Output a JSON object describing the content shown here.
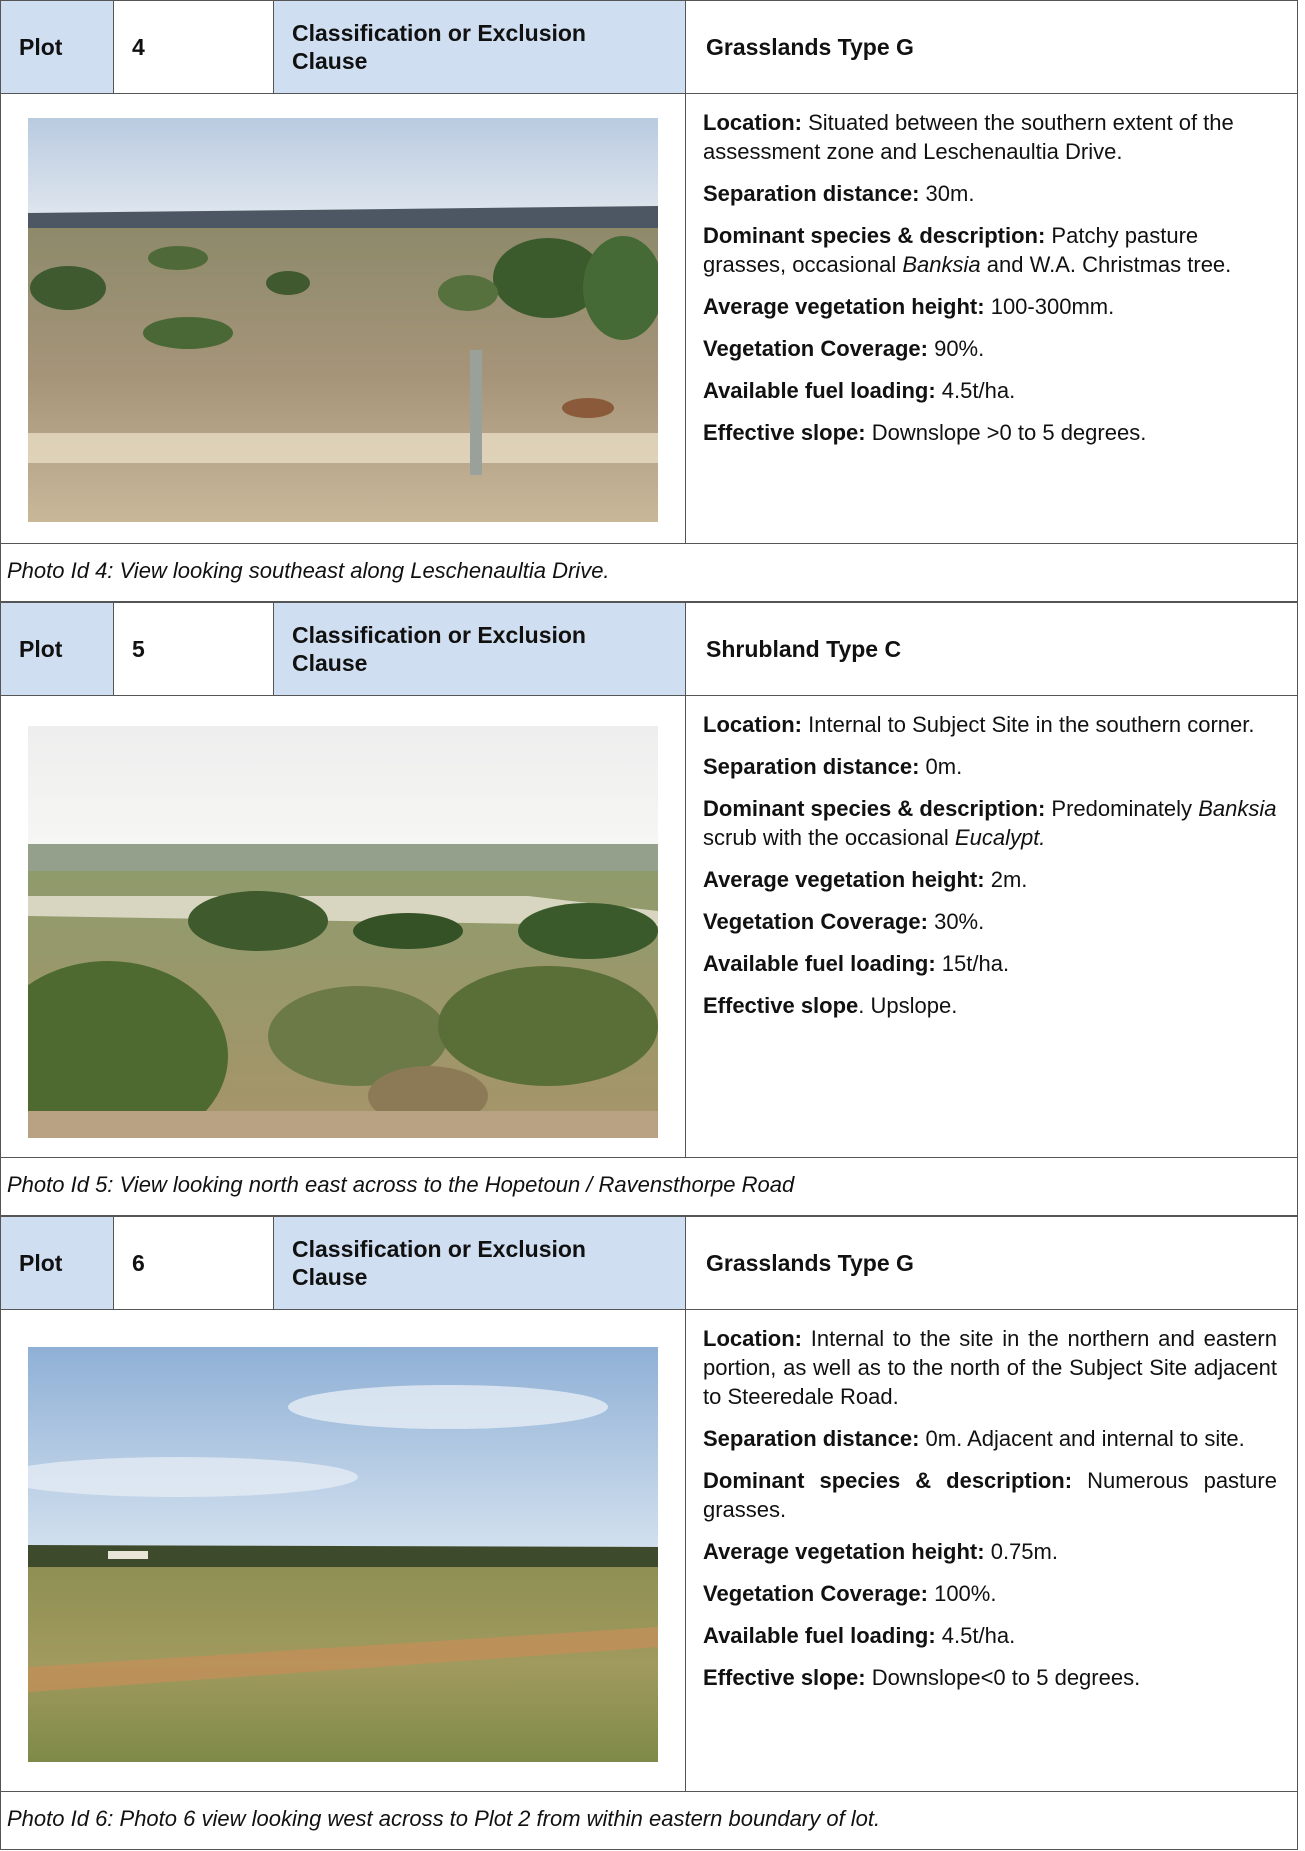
{
  "plots": [
    {
      "plot_label": "Plot",
      "plot_number": "4",
      "classification_label": "Classification or Exclusion Clause",
      "classification_value": "Grasslands Type G",
      "location_label": "Location:",
      "location_text": "Situated between the southern extent of the assessment zone and Leschenaultia Drive.",
      "separation_label": "Separation distance:",
      "separation_text": "30m.",
      "dominant_label": "Dominant species & description:",
      "dominant_text_1": "Patchy pasture grasses, occasional",
      "dominant_italic_1": "Banksia",
      "dominant_text_2": "and W.A. Christmas tree.",
      "height_label": "Average vegetation height:",
      "height_text": "100-300mm.",
      "coverage_label": "Vegetation Coverage:",
      "coverage_text": "90%.",
      "fuel_label": "Available fuel loading:",
      "fuel_text": "4.5t/ha.",
      "slope_label": "Effective slope:",
      "slope_text": "Downslope >0 to 5 degrees.",
      "caption": "Photo Id 4: View looking southeast along Leschenaultia Drive."
    },
    {
      "plot_label": "Plot",
      "plot_number": "5",
      "classification_label": "Classification or Exclusion Clause",
      "classification_value": "Shrubland Type C",
      "location_label": "Location:",
      "location_text": "Internal to Subject Site in the southern corner.",
      "separation_label": "Separation distance:",
      "separation_text": "0m.",
      "dominant_label": "Dominant species & description:",
      "dominant_text_1": "Predominately",
      "dominant_italic_1": "Banksia",
      "dominant_text_2": "scrub with the occasional",
      "dominant_italic_2": "Eucalypt.",
      "height_label": "Average vegetation height:",
      "height_text": "2m.",
      "coverage_label": "Vegetation Coverage:",
      "coverage_text": "30%.",
      "fuel_label": "Available fuel loading:",
      "fuel_text": "15t/ha.",
      "slope_label": "Effective slope",
      "slope_text": ". Upslope.",
      "caption": "Photo Id 5: View looking north east across to the Hopetoun / Ravensthorpe Road"
    },
    {
      "plot_label": "Plot",
      "plot_number": "6",
      "classification_label": "Classification or Exclusion Clause",
      "classification_value": "Grasslands Type G",
      "location_label": "Location:",
      "location_text": "Internal to the site in the northern and eastern portion, as well as to the north of the Subject Site adjacent to Steeredale Road.",
      "separation_label": "Separation distance:",
      "separation_text": "0m. Adjacent and internal to site.",
      "dominant_label": "Dominant species & description:",
      "dominant_text_1": "Numerous pasture grasses.",
      "height_label": "Average vegetation height:",
      "height_text": "0.75m.",
      "coverage_label": "Vegetation Coverage:",
      "coverage_text": "100%.",
      "fuel_label": "Available fuel loading:",
      "fuel_text": "4.5t/ha.",
      "slope_label": "Effective slope:",
      "slope_text": "Downslope<0 to 5 degrees.",
      "caption": "Photo Id 6: Photo 6 view looking west across to Plot 2 from within eastern boundary of lot."
    }
  ]
}
